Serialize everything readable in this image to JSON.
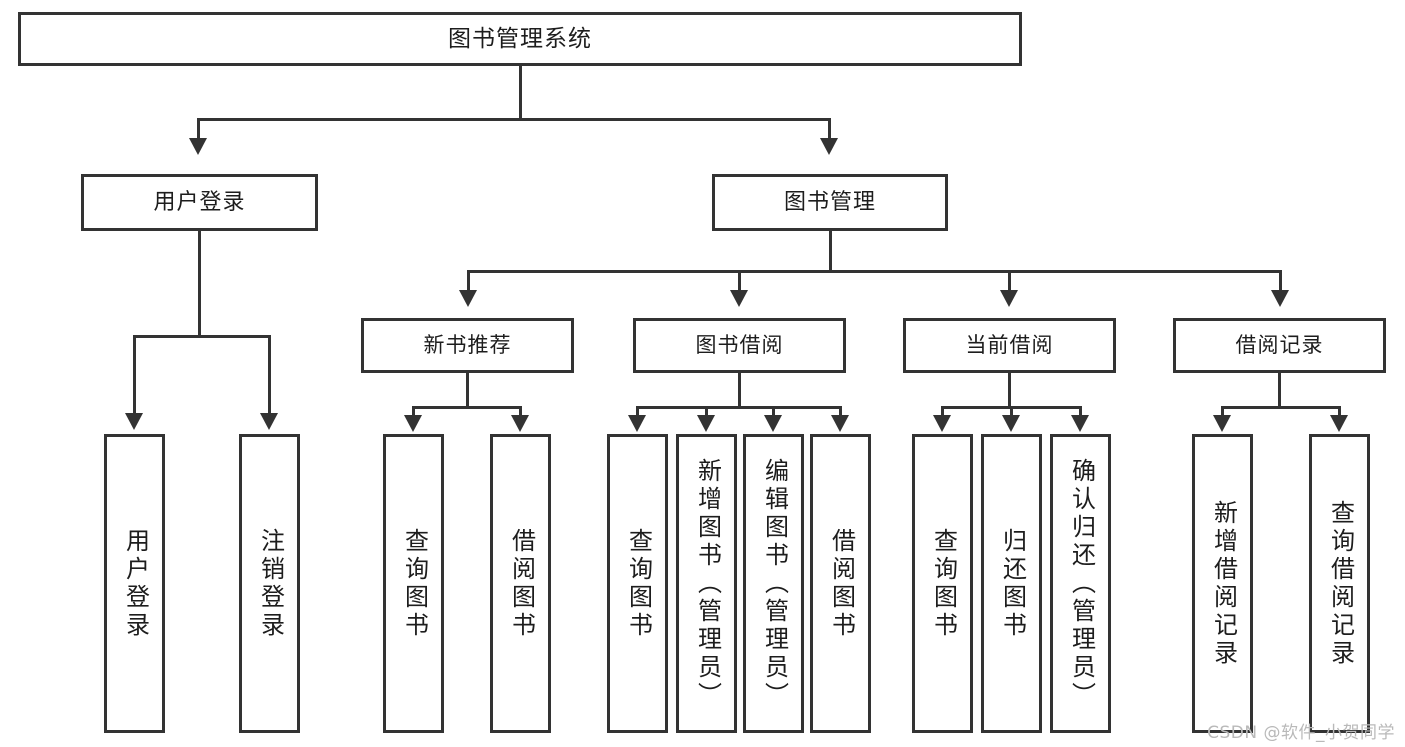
{
  "diagram": {
    "title": "图书管理系统",
    "watermark": "CSDN @软件_小贺同学",
    "root": {
      "label": "图书管理系统"
    },
    "level2": [
      {
        "label": "用户登录"
      },
      {
        "label": "图书管理"
      }
    ],
    "level3": [
      {
        "label": "新书推荐"
      },
      {
        "label": "图书借阅"
      },
      {
        "label": "当前借阅"
      },
      {
        "label": "借阅记录"
      }
    ],
    "leaves": {
      "user_login": [
        {
          "label": "用户登录"
        },
        {
          "label": "注销登录"
        }
      ],
      "new_book": [
        {
          "label": "查询图书"
        },
        {
          "label": "借阅图书"
        }
      ],
      "book_borrow": [
        {
          "label": "查询图书"
        },
        {
          "label": "新增图书（管理员）"
        },
        {
          "label": "编辑图书（管理员）"
        },
        {
          "label": "借阅图书"
        }
      ],
      "current_borrow": [
        {
          "label": "查询图书"
        },
        {
          "label": "归还图书"
        },
        {
          "label": "确认归还（管理员）"
        }
      ],
      "borrow_record": [
        {
          "label": "新增借阅记录"
        },
        {
          "label": "查询借阅记录"
        }
      ]
    },
    "colors": {
      "stroke": "#333333",
      "fill": "#ffffff",
      "text": "#1d1d1d",
      "watermark": "#b9b9b9"
    }
  }
}
